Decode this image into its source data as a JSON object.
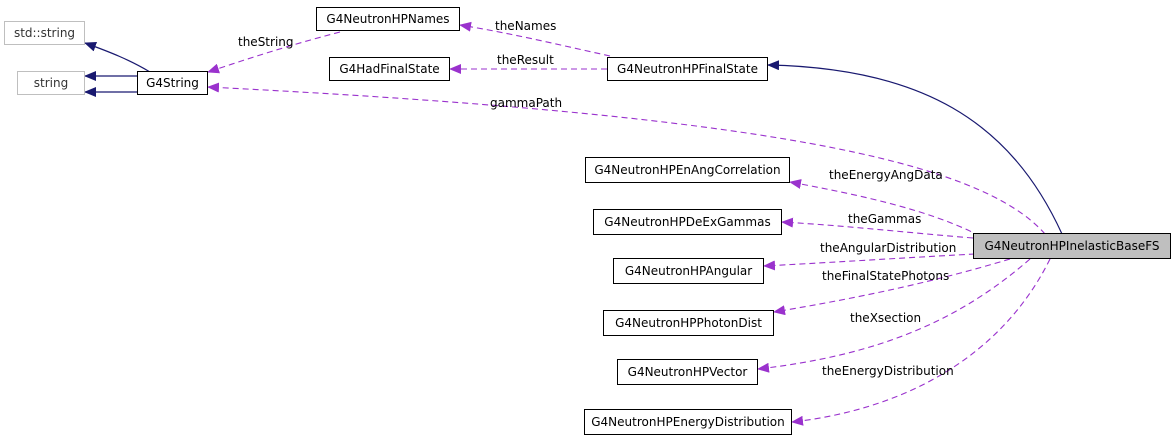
{
  "nodes": {
    "std_string": "std::string",
    "string": "string",
    "g4string": "G4String",
    "names": "G4NeutronHPNames",
    "hadfinal": "G4HadFinalState",
    "finalstate": "G4NeutronHPFinalState",
    "enang": "G4NeutronHPEnAngCorrelation",
    "deex": "G4NeutronHPDeExGammas",
    "angular": "G4NeutronHPAngular",
    "photondist": "G4NeutronHPPhotonDist",
    "vector": "G4NeutronHPVector",
    "energydist": "G4NeutronHPEnergyDistribution",
    "inelastic": "G4NeutronHPInelasticBaseFS"
  },
  "edge_labels": {
    "the_string": "theString",
    "the_names": "theNames",
    "the_result": "theResult",
    "gamma_path": "gammaPath",
    "the_energy_ang_data": "theEnergyAngData",
    "the_gammas": "theGammas",
    "the_angular_distribution": "theAngularDistribution",
    "the_final_state_photons": "theFinalStatePhotons",
    "the_xsection": "theXsection",
    "the_energy_distribution": "theEnergyDistribution"
  },
  "colors": {
    "inheritance": "#191970",
    "usage": "#9a32cd",
    "focus_fill": "#bfbfbf",
    "external_border": "#bfbfbf"
  }
}
